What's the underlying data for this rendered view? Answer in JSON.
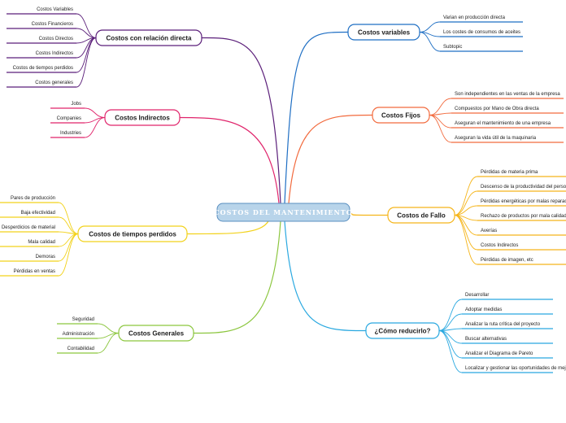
{
  "central": {
    "label": "COSTOS DEL MANTENIMIENTO",
    "fill": "#b8d4ea",
    "stroke": "#5a8fc0"
  },
  "branches": [
    {
      "key": "relacion",
      "label": "Costos con relación directa",
      "color": "#5b1f7a",
      "leaves": [
        "Costos Variables",
        "Costos Financieros",
        "Costos Directos",
        "Costos Indirectos",
        "Costos de tiempos perdidos",
        "Costos generales"
      ]
    },
    {
      "key": "indirectos",
      "label": "Costos Indirectos",
      "color": "#e0246b",
      "leaves": [
        "Jobs",
        "Companies",
        "Industries"
      ]
    },
    {
      "key": "tiempos",
      "label": "Costos de tiempos perdidos",
      "color": "#f2d21b",
      "leaves": [
        "Pares de producción",
        "Baja efectividad",
        "Desperdicios de material",
        "Mala calidad",
        "Demoras",
        "Pérdidas en ventas"
      ]
    },
    {
      "key": "generales",
      "label": "Costos Generales",
      "color": "#8cc63f",
      "leaves": [
        "Seguridad",
        "Administración",
        "Contabilidad"
      ]
    },
    {
      "key": "variables",
      "label": "Costos variables",
      "color": "#1f6fc4",
      "leaves": [
        "Varian en producción directa",
        "Los costes de consumos de aceites",
        "Subtopic"
      ]
    },
    {
      "key": "fijos",
      "label": "Costos Fijos",
      "color": "#f26a3d",
      "leaves": [
        "Son independientes en las ventas de la empresa",
        "Compuestos por Mano de Obra directa",
        "Aseguran el mantenimiento de una empresa",
        "Aseguran la vida útil de la maquinaria"
      ]
    },
    {
      "key": "fallo",
      "label": "Costos de Fallo",
      "color": "#f5b51a",
      "leaves": [
        "Pérdidas de materia prima",
        "Descenso de la productividad del personal",
        "Pérdidas energéticas por malas reparaciones",
        "Rechazo de productos por mala calidad",
        "Averías",
        "Costos Indirectos",
        "Pérdidas de imagen, etc"
      ]
    },
    {
      "key": "reducir",
      "label": "¿Cómo reducirlo?",
      "color": "#29a8e0",
      "leaves": [
        "Desarrollar",
        "Adoptar medidas",
        "Analizar la ruta crítica del proyecto",
        "Buscar alternativas",
        "Analizar el Diagrama de Pareto",
        "Localizar y gestionar las oportunidades de mejora"
      ]
    }
  ]
}
